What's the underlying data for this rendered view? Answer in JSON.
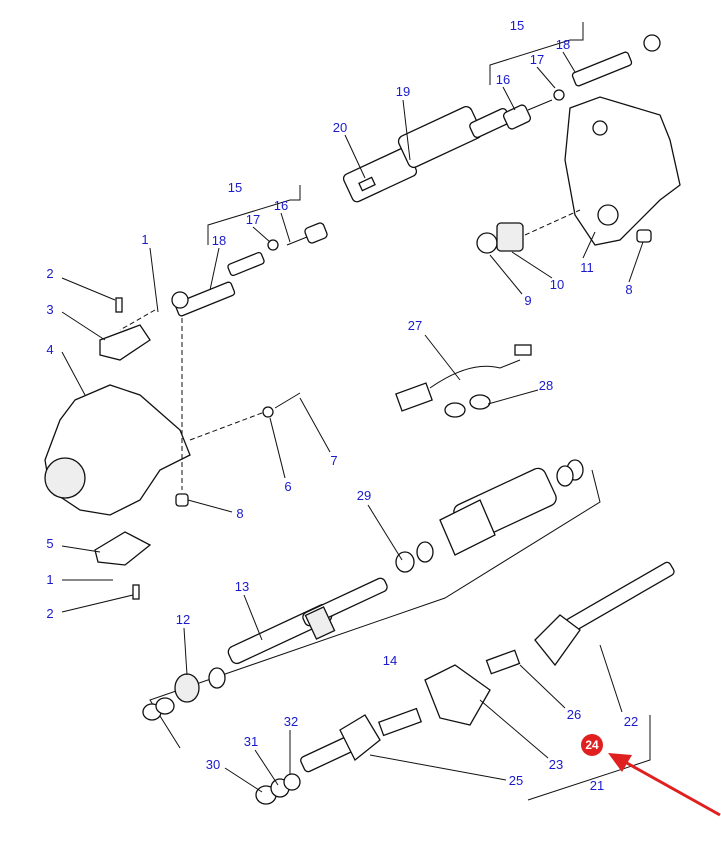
{
  "callouts": [
    "15",
    "18",
    "17",
    "16",
    "19",
    "20",
    "11",
    "8",
    "10",
    "9",
    "1",
    "15",
    "17",
    "16",
    "18",
    "2",
    "3",
    "4",
    "27",
    "28",
    "6",
    "7",
    "8",
    "29",
    "5",
    "1",
    "2",
    "13",
    "12",
    "14",
    "22",
    "26",
    "24",
    "23",
    "25",
    "21",
    "30",
    "31",
    "32"
  ],
  "highlight": {
    "label": "24",
    "color": "#e02020",
    "arrow_color": "#e02020"
  },
  "colors": {
    "label": "#1a1acc",
    "line": "#111111"
  }
}
